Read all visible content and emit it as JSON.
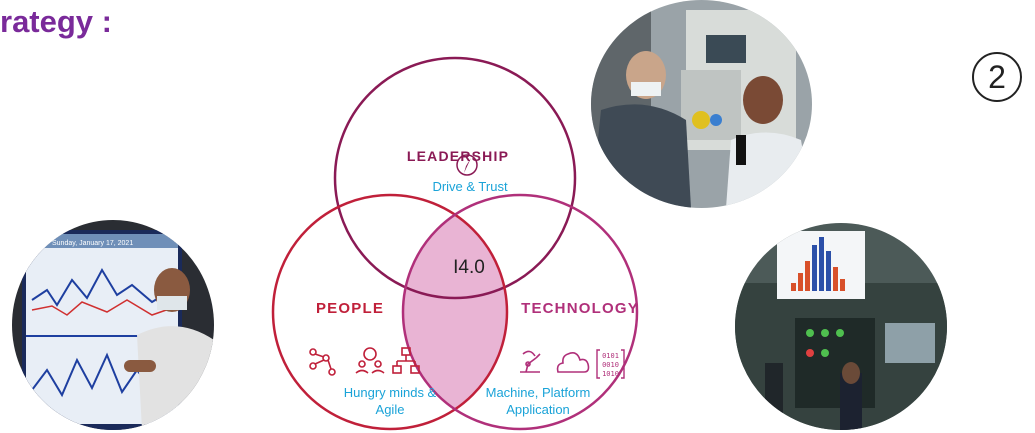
{
  "title": "rategy :",
  "badge": "2",
  "venn": {
    "leadership": {
      "label": "LEADERSHIP",
      "caption": "Drive & Trust",
      "icon": "compass-icon"
    },
    "people": {
      "label": "PEOPLE",
      "caption_line1": "Hungry minds &",
      "caption_line2": "Agile",
      "icons": [
        "network-icon",
        "team-icon",
        "org-chart-icon"
      ]
    },
    "technology": {
      "label": "TECHNOLOGY",
      "caption_line1": "Machine, Platform",
      "caption_line2": "Application",
      "icons": [
        "robot-arm-icon",
        "cloud-icon",
        "binary-icon"
      ]
    },
    "center": "I4.0",
    "binary_rows": [
      "0101",
      "0010",
      "1010"
    ]
  },
  "photos": {
    "top": "photo-machine-operators",
    "left": "photo-dashboard-presenter",
    "right": "photo-histogram-screen"
  },
  "screen_text": {
    "dashboard_header": "Sunday, January 17, 2021"
  },
  "colors": {
    "title": "#7a2a9a",
    "leadership_circle": "#8a1a55",
    "people_circle": "#c0203a",
    "technology_circle": "#b0307a",
    "caption": "#1aa3d8",
    "center_fill": "#e9b4d4"
  }
}
